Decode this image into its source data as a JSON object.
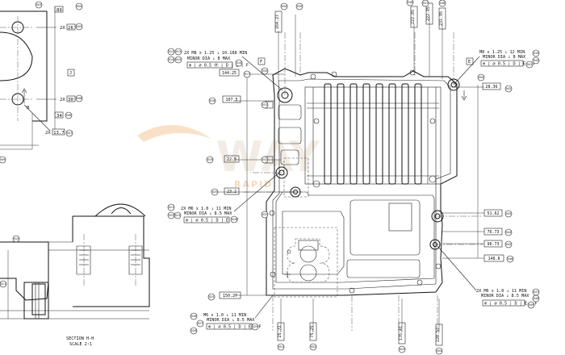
{
  "watermark": {
    "brand": "WAY",
    "tagline": "RAPID"
  },
  "section": {
    "title": "SECTION  H-H",
    "scale": "SCALE 2:1"
  },
  "callouts": {
    "tl": {
      "line1": "2X  M8 x 1.25 ↓ 10.188 MIN",
      "line2": "MINOR DIA ↓ 8 MAX",
      "frame": "⊕ | ⌀ 0.5 Ⓜ | D | E | F"
    },
    "ml": {
      "line1": "2X  M6 x 1.0 ↓ 11 MIN",
      "line2": "MINOR DIA ↓ 8.5 MAX",
      "frame": "⊕ | ⌀ 0.5 | D | E | F"
    },
    "bl": {
      "line1": "M6 x 1.0 ↓ 11 MIN",
      "line2": "MINOR DIA ↓ 8.5 MAX",
      "frame": "⊕ | ⌀ 0.5 | D | E | F"
    },
    "tr": {
      "line1": "M8 x 1.25 ↓ 12 MIN",
      "line2": "MINOR DIA ↓ 8 MAX",
      "frame": "⊕ | ⌀ 0.5 | D | E | F"
    },
    "br": {
      "line1": "2X  M6 x 1.0 ↓ 11 MIN",
      "line2": "MINOR DIA ↓ 8.5 MAX",
      "frame": "⊕ | ⌀ 0.5 | D | E | F"
    }
  },
  "dims": {
    "d_144_25": "144.25",
    "d_107_5": "107.5",
    "d_22_5": "22.5",
    "d_23_2": "23.2",
    "d_150_27": "150.27",
    "d_28_36": "28.36",
    "d_51_62": "51.62",
    "d_76_73": "76.73",
    "d_96_73": "96.73",
    "d_148_8": "148.8",
    "d_top1": "164.27",
    "d_top2": "222.85",
    "d_top3": "222.85",
    "d_top4": "231.95",
    "d_b1": "25.72",
    "d_b2": "75.25",
    "d_b3": "176.41",
    "d_b4": "220.57",
    "d_2x26": "2X 26",
    "d_2x30": "2X 30",
    "d_2x13": "2X 13.7",
    "d_34": "34",
    "d_89": "89"
  },
  "datums": {
    "h": "H",
    "e": "E",
    "f": "F",
    "j": "J"
  },
  "bubbles": [
    "003",
    "004",
    "005",
    "006",
    "007",
    "008",
    "009",
    "010",
    "011",
    "012",
    "013",
    "014",
    "015",
    "016",
    "017",
    "018",
    "019",
    "020",
    "021",
    "022",
    "023",
    "024",
    "025",
    "026",
    "027",
    "028",
    "029",
    "030",
    "031",
    "032",
    "033",
    "034",
    "035",
    "036",
    "037",
    "038",
    "039",
    "040",
    "041",
    "042",
    "043",
    "044",
    "045",
    "046",
    "047",
    "048",
    "049",
    "050",
    "051",
    "052",
    "053",
    "054",
    "055",
    "056",
    "057",
    "058",
    "059",
    "060",
    "061",
    "062",
    "063",
    "064",
    "065",
    "066",
    "067",
    "068",
    "069",
    "070"
  ]
}
